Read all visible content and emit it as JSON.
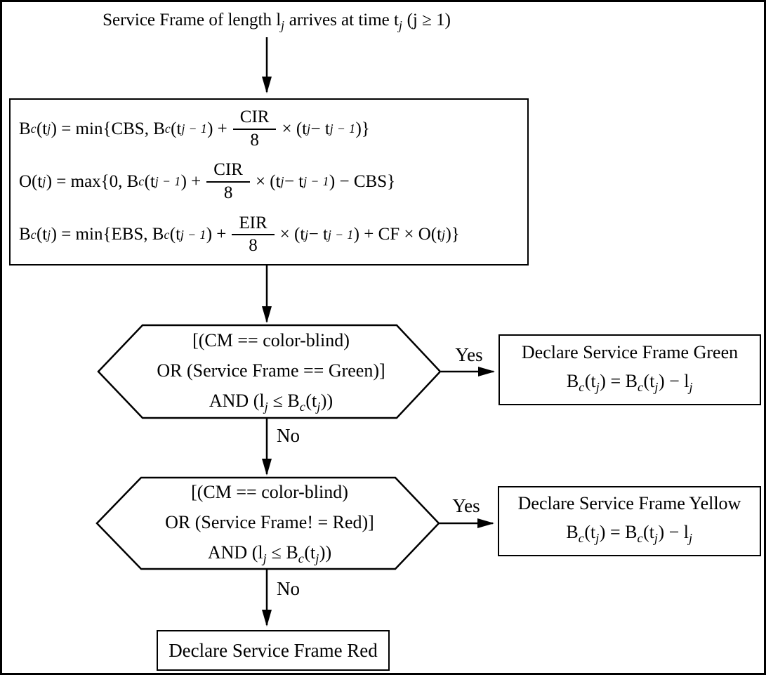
{
  "colors": {
    "ink": "#000000",
    "background": "#ffffff"
  },
  "title": {
    "segments": [
      {
        "t": "Service Frame of length l"
      },
      {
        "t": "j",
        "sub": true
      },
      {
        "t": " arrives at time t"
      },
      {
        "t": "j",
        "sub": true
      },
      {
        "t": " (j ≥ 1)"
      }
    ]
  },
  "formula_box": {
    "formulas": [
      {
        "segments": [
          {
            "t": "B"
          },
          {
            "t": "c",
            "sub": true
          },
          {
            "t": "(t"
          },
          {
            "t": "j",
            "sub": true
          },
          {
            "t": ") = min{CBS, B"
          },
          {
            "t": "c",
            "sub": true
          },
          {
            "t": "(t"
          },
          {
            "t": "j − 1",
            "sub": true
          },
          {
            "t": ") + "
          },
          {
            "frac": [
              "CIR",
              "8"
            ]
          },
          {
            "t": " × (t"
          },
          {
            "t": "j",
            "sub": true
          },
          {
            "t": " − t"
          },
          {
            "t": "j − 1",
            "sub": true
          },
          {
            "t": ")}"
          }
        ]
      },
      {
        "segments": [
          {
            "t": "O(t"
          },
          {
            "t": "j",
            "sub": true
          },
          {
            "t": ") = max{0, B"
          },
          {
            "t": "c",
            "sub": true
          },
          {
            "t": "(t"
          },
          {
            "t": "j − 1",
            "sub": true
          },
          {
            "t": ") + "
          },
          {
            "frac": [
              "CIR",
              "8"
            ]
          },
          {
            "t": " × (t"
          },
          {
            "t": "j",
            "sub": true
          },
          {
            "t": " − t"
          },
          {
            "t": "j − 1",
            "sub": true
          },
          {
            "t": ") − CBS}"
          }
        ]
      },
      {
        "segments": [
          {
            "t": "B"
          },
          {
            "t": "c",
            "sub": true
          },
          {
            "t": "(t"
          },
          {
            "t": "j",
            "sub": true
          },
          {
            "t": ") = min{EBS, B"
          },
          {
            "t": "c",
            "sub": true
          },
          {
            "t": "(t"
          },
          {
            "t": "j − 1",
            "sub": true
          },
          {
            "t": ") + "
          },
          {
            "frac": [
              "EIR",
              "8"
            ]
          },
          {
            "t": " × (t"
          },
          {
            "t": "j",
            "sub": true
          },
          {
            "t": " − t"
          },
          {
            "t": "j − 1",
            "sub": true
          },
          {
            "t": ") + CF × O(t"
          },
          {
            "t": "j",
            "sub": true
          },
          {
            "t": ")}"
          }
        ]
      }
    ]
  },
  "decision1": {
    "line1": "[(CM == color-blind)",
    "line2": "OR (Service Frame == Green)]",
    "line3_segments": [
      {
        "t": "AND (l"
      },
      {
        "t": "j",
        "sub": true
      },
      {
        "t": " ≤ B"
      },
      {
        "t": "c",
        "sub": true
      },
      {
        "t": "(t"
      },
      {
        "t": "j",
        "sub": true
      },
      {
        "t": "))"
      }
    ]
  },
  "decision2": {
    "line1": "[(CM == color-blind)",
    "line2": "OR (Service Frame! = Red)]",
    "line3_segments": [
      {
        "t": "AND (l"
      },
      {
        "t": "j",
        "sub": true
      },
      {
        "t": " ≤ B"
      },
      {
        "t": "c",
        "sub": true
      },
      {
        "t": "(t"
      },
      {
        "t": "j",
        "sub": true
      },
      {
        "t": "))"
      }
    ]
  },
  "edge_labels": {
    "yes1": "Yes",
    "no1": "No",
    "yes2": "Yes",
    "no2": "No"
  },
  "result_green": {
    "line1": "Declare Service Frame Green",
    "line2_segments": [
      {
        "t": "B"
      },
      {
        "t": "c",
        "sub": true
      },
      {
        "t": "(t"
      },
      {
        "t": "j",
        "sub": true
      },
      {
        "t": ") = B"
      },
      {
        "t": "c",
        "sub": true
      },
      {
        "t": "(t"
      },
      {
        "t": "j",
        "sub": true
      },
      {
        "t": ") − l"
      },
      {
        "t": "j",
        "sub": true
      }
    ]
  },
  "result_yellow": {
    "line1": "Declare Service Frame Yellow",
    "line2_segments": [
      {
        "t": "B"
      },
      {
        "t": "c",
        "sub": true
      },
      {
        "t": "(t"
      },
      {
        "t": "j",
        "sub": true
      },
      {
        "t": ") = B"
      },
      {
        "t": "c",
        "sub": true
      },
      {
        "t": "(t"
      },
      {
        "t": "j",
        "sub": true
      },
      {
        "t": ") − l"
      },
      {
        "t": "j",
        "sub": true
      }
    ]
  },
  "result_red": {
    "label": "Declare Service Frame Red"
  }
}
